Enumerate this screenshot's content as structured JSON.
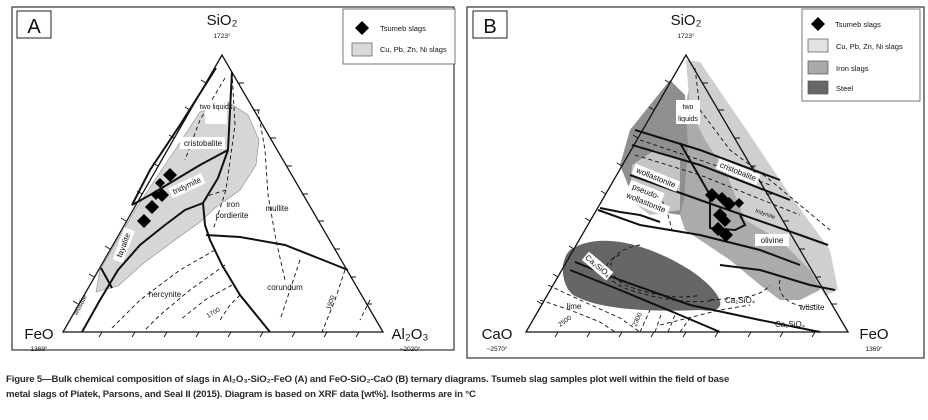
{
  "figure_number": "Figure 5",
  "caption": {
    "line1": "Figure 5—Bulk chemical composition of slags in Al₂O₃-SiO₂-FeO (A) and FeO-SiO₂-CaO (B) ternary diagrams. Tsumeb slag samples plot well within the field of base",
    "line2": "metal slags of Piatek, Parsons, and Seal II (2015). Diagram is based on XRF data [wt%]. Isotherms are in °C"
  },
  "panels": [
    {
      "id": "A",
      "apex_top": {
        "label": "SiO₂",
        "temp": "1723°"
      },
      "apex_left": {
        "label": "FeO",
        "temp": "1369°"
      },
      "apex_right": {
        "label": "Al₂O₃",
        "temp": "~2020°"
      },
      "legend": [
        {
          "label": "Tsumeb slags",
          "symbol": "diamond",
          "color": "#000000"
        },
        {
          "label": "Cu, Pb, Zn, Ni slags",
          "symbol": "box",
          "color": "#d9d9d9"
        }
      ],
      "fields": [
        "two liquids",
        "cristobalite",
        "tridymite",
        "fayalite",
        "wüstite",
        "iron",
        "cordierite",
        "mullite",
        "hercynite",
        "corundum"
      ],
      "isotherms": [
        "1700",
        "1900"
      ]
    },
    {
      "id": "B",
      "apex_top": {
        "label": "SiO₂",
        "temp": "1723°"
      },
      "apex_left": {
        "label": "CaO",
        "temp": "~2570°"
      },
      "apex_right": {
        "label": "FeO",
        "temp": "1369°"
      },
      "legend": [
        {
          "label": "Tsumeb slags",
          "symbol": "diamond",
          "color": "#000000"
        },
        {
          "label": "Cu, Pb, Zn, Ni slags",
          "symbol": "box",
          "color": "#e2e2e2"
        },
        {
          "label": "Iron slags",
          "symbol": "box",
          "color": "#a9a9a9"
        },
        {
          "label": "Steel",
          "symbol": "box",
          "color": "#676767"
        }
      ],
      "fields": [
        "two",
        "liquids",
        "cristobalite",
        "wollastonite",
        "pseudo-",
        "wollastonite",
        "Ca₂SiO₄",
        "Ca₂SiO₄",
        "Ca₂SiO₄",
        "lime",
        "wüstite",
        "olivine",
        "tridymite"
      ],
      "isotherms": [
        "2500",
        "2300"
      ]
    }
  ]
}
